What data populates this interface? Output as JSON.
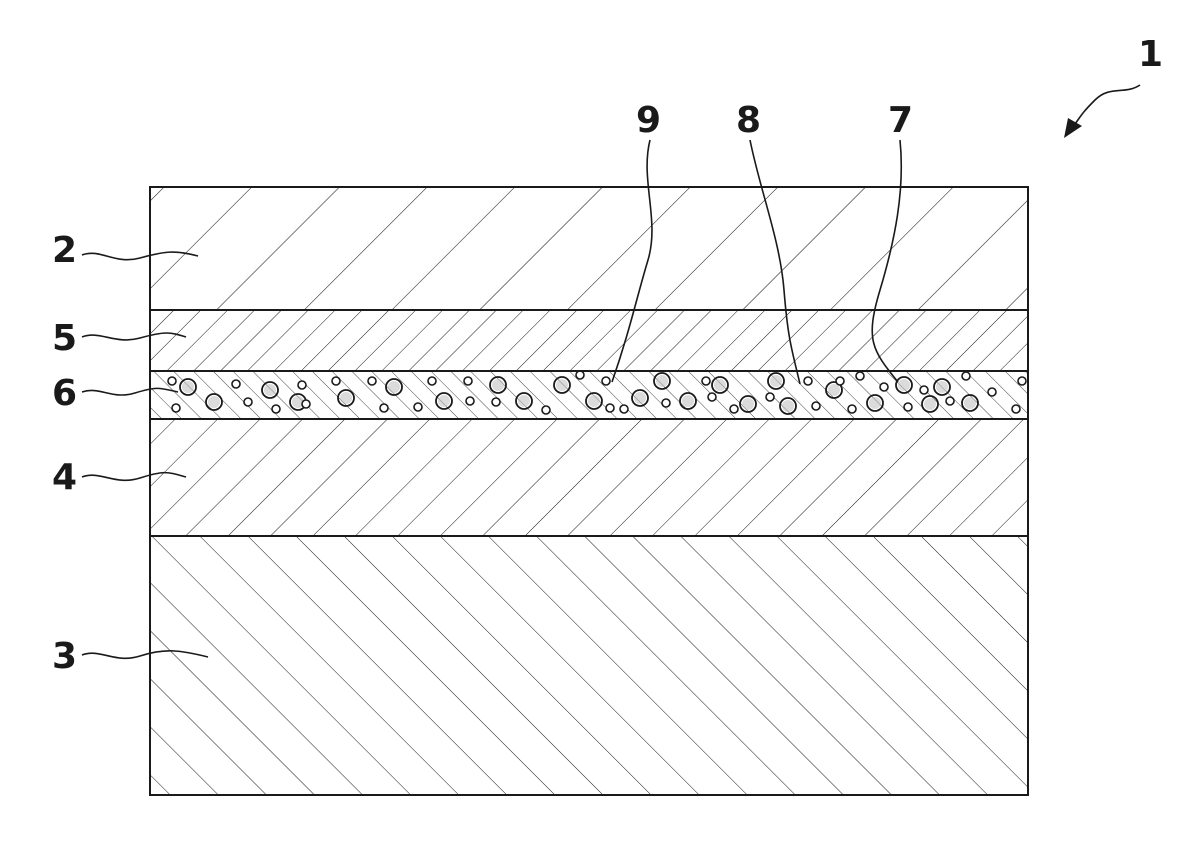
{
  "labels": {
    "assembly": "1",
    "layer_top": "2",
    "layer_bottom": "3",
    "layer_lower_mid": "4",
    "layer_upper_mid": "5",
    "layer_particles": "6",
    "particle_large": "7",
    "matrix": "8",
    "particle_small": "9"
  },
  "colors": {
    "ink": "#1a1a1a",
    "background": "#ffffff"
  }
}
